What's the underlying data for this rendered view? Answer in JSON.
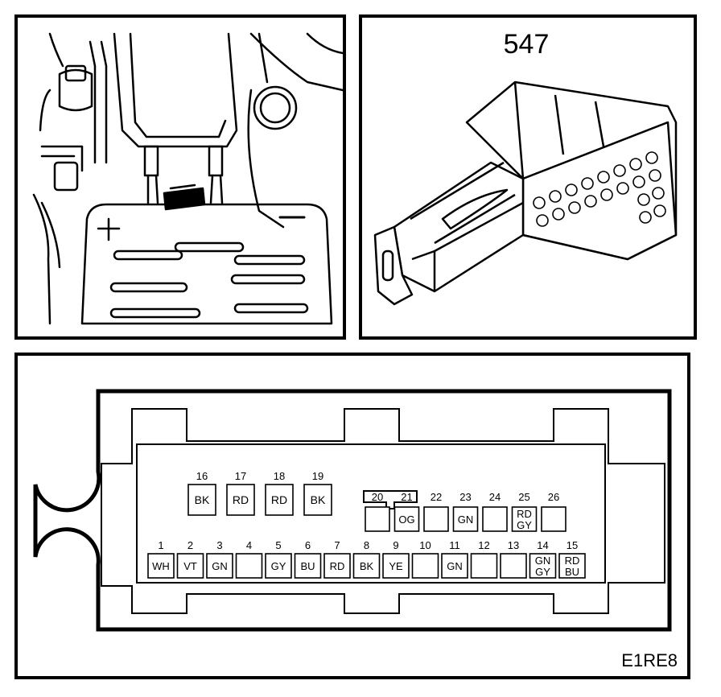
{
  "component_number": "547",
  "figure_code": "E1RE8",
  "pins_top": [
    {
      "num": "16",
      "color": "BK"
    },
    {
      "num": "17",
      "color": "RD"
    },
    {
      "num": "18",
      "color": "RD"
    },
    {
      "num": "19",
      "color": "BK"
    }
  ],
  "pins_middle": [
    {
      "num": "20",
      "color": ""
    },
    {
      "num": "21",
      "color": "OG"
    },
    {
      "num": "22",
      "color": ""
    },
    {
      "num": "23",
      "color": "GN"
    },
    {
      "num": "24",
      "color": ""
    },
    {
      "num": "25",
      "color": "RD",
      "color2": "GY"
    },
    {
      "num": "26",
      "color": ""
    }
  ],
  "pins_bottom": [
    {
      "num": "1",
      "color": "WH"
    },
    {
      "num": "2",
      "color": "VT"
    },
    {
      "num": "3",
      "color": "GN"
    },
    {
      "num": "4",
      "color": ""
    },
    {
      "num": "5",
      "color": "GY"
    },
    {
      "num": "6",
      "color": "BU"
    },
    {
      "num": "7",
      "color": "RD"
    },
    {
      "num": "8",
      "color": "BK"
    },
    {
      "num": "9",
      "color": "YE"
    },
    {
      "num": "10",
      "color": ""
    },
    {
      "num": "11",
      "color": "GN"
    },
    {
      "num": "12",
      "color": ""
    },
    {
      "num": "13",
      "color": ""
    },
    {
      "num": "14",
      "color": "GN",
      "color2": "GY"
    },
    {
      "num": "15",
      "color": "RD",
      "color2": "BU"
    }
  ]
}
